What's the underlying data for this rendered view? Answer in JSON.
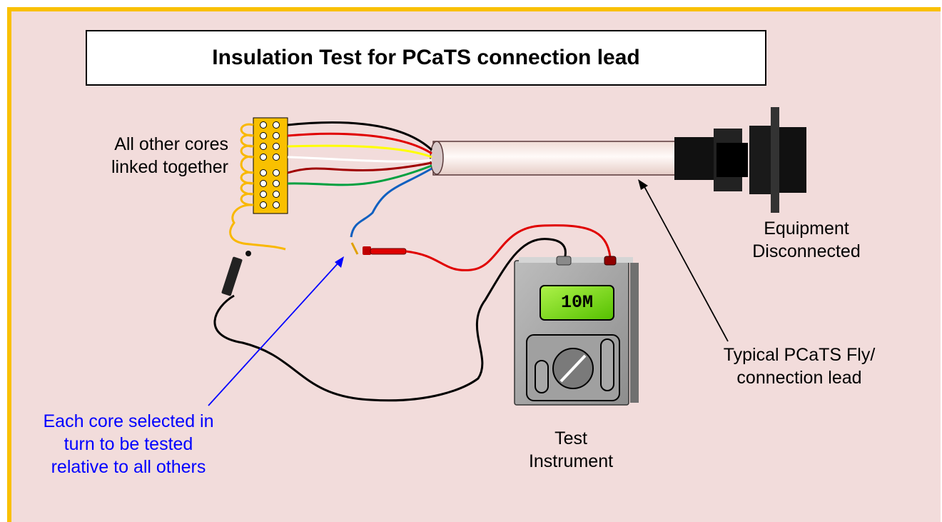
{
  "title": "Insulation Test for PCaTS connection lead",
  "labels": {
    "linked_cores": [
      "All other cores",
      "linked together"
    ],
    "equipment": [
      "Equipment",
      "Disconnected"
    ],
    "fly_lead": [
      "Typical PCaTS Fly/",
      "connection lead"
    ],
    "core_selected": [
      "Each core selected in",
      "turn to be tested",
      "relative to all others"
    ],
    "instrument": [
      "Test",
      "Instrument"
    ]
  },
  "instrument_display": "10M",
  "colors": {
    "border": "#f9c000",
    "background": "#f2dcdb",
    "annotation": "#0000ff",
    "lcd": "#7ee000"
  }
}
